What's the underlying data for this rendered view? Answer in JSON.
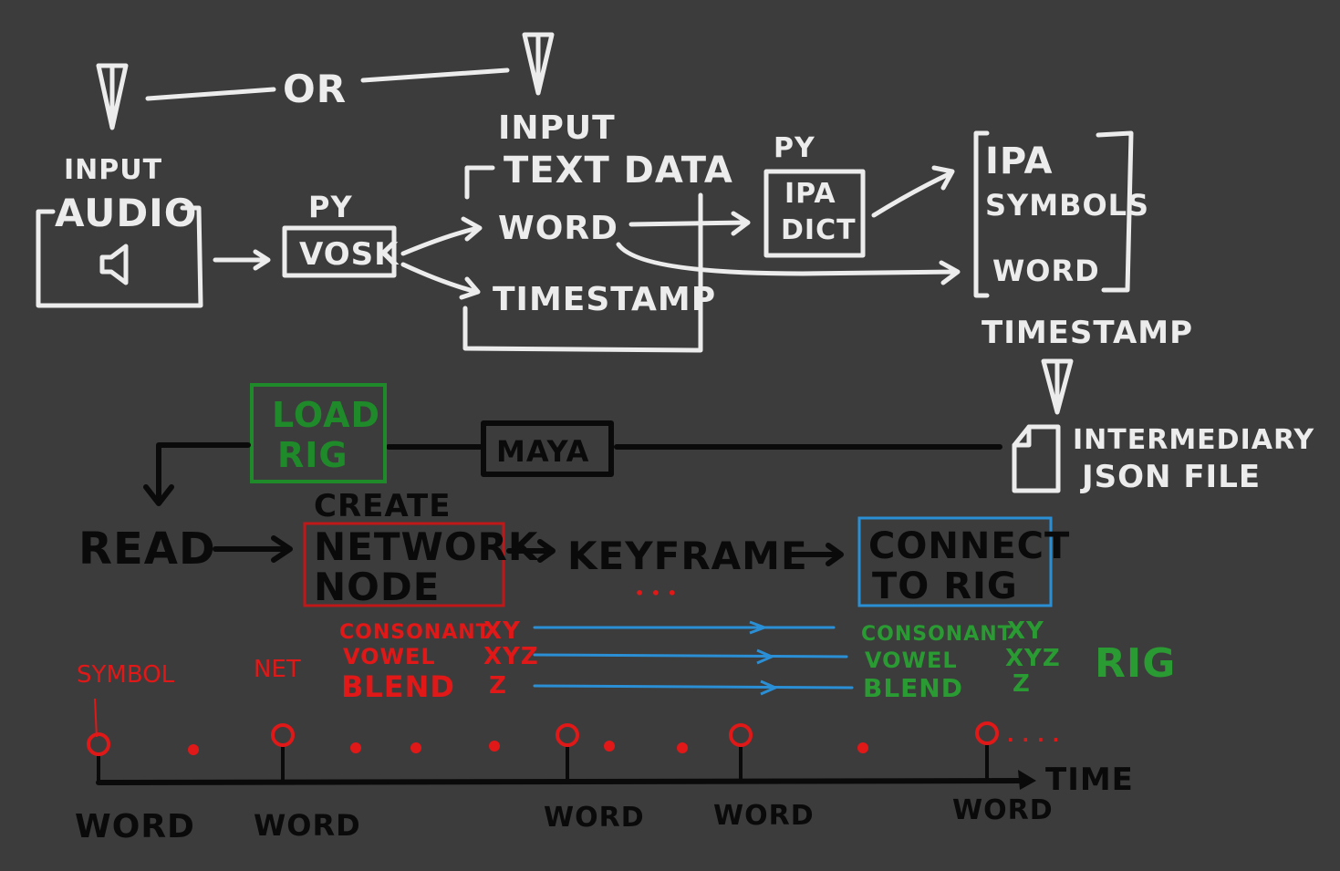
{
  "top": {
    "or_label": "OR",
    "audio_input": {
      "label_small": "INPUT",
      "label_big": "AUDIO"
    },
    "text_input": {
      "label_top": "INPUT",
      "label_big": "TEXT DATA"
    },
    "vosk": {
      "tag": "PY",
      "label": "VOSK"
    },
    "word": "WORD",
    "timestamp": "TIMESTAMP",
    "ipa_dict": {
      "tag": "PY",
      "line1": "IPA",
      "line2": "DICT"
    },
    "ipa_output": {
      "line1": "IPA",
      "line2": "SYMBOLS",
      "line3": "WORD"
    },
    "timestamp_out": "TIMESTAMP",
    "json_file": {
      "line1": "INTERMEDIARY",
      "line2": "JSON FILE"
    }
  },
  "middle": {
    "load_rig": {
      "line1": "LOAD",
      "line2": "RIG"
    },
    "maya": "MAYA",
    "read": "READ",
    "create": "CREATE",
    "network_node": {
      "line1": "NETWORK",
      "line2": "NODE"
    },
    "keyframe": "KEYFRAME",
    "ellipsis": "• • •",
    "connect": {
      "line1": "CONNECT",
      "line2": "TO RIG"
    }
  },
  "mapping": {
    "left": [
      {
        "name": "CONSONANT",
        "axis": "XY"
      },
      {
        "name": "VOWEL",
        "axis": "XYZ"
      },
      {
        "name": "BLEND",
        "axis": "Z"
      }
    ],
    "right": [
      {
        "name": "CONSONANT",
        "axis": "XY"
      },
      {
        "name": "VOWEL",
        "axis": "XYZ"
      },
      {
        "name": "BLEND",
        "axis": "Z"
      }
    ],
    "rig_label": "RIG"
  },
  "timeline": {
    "symbol_label": "SYMBOL",
    "net_label": "NET",
    "time_label": "TIME",
    "trail": "· · · ·",
    "words": [
      "WORD",
      "WORD",
      "WORD",
      "WORD",
      "WORD"
    ]
  },
  "colors": {
    "background": "#3c3c3c",
    "chalk": "#ececec",
    "ink": "#0a0a0a",
    "red": "#e01818",
    "green": "#1f8a2a",
    "blue": "#2b8fd6"
  }
}
